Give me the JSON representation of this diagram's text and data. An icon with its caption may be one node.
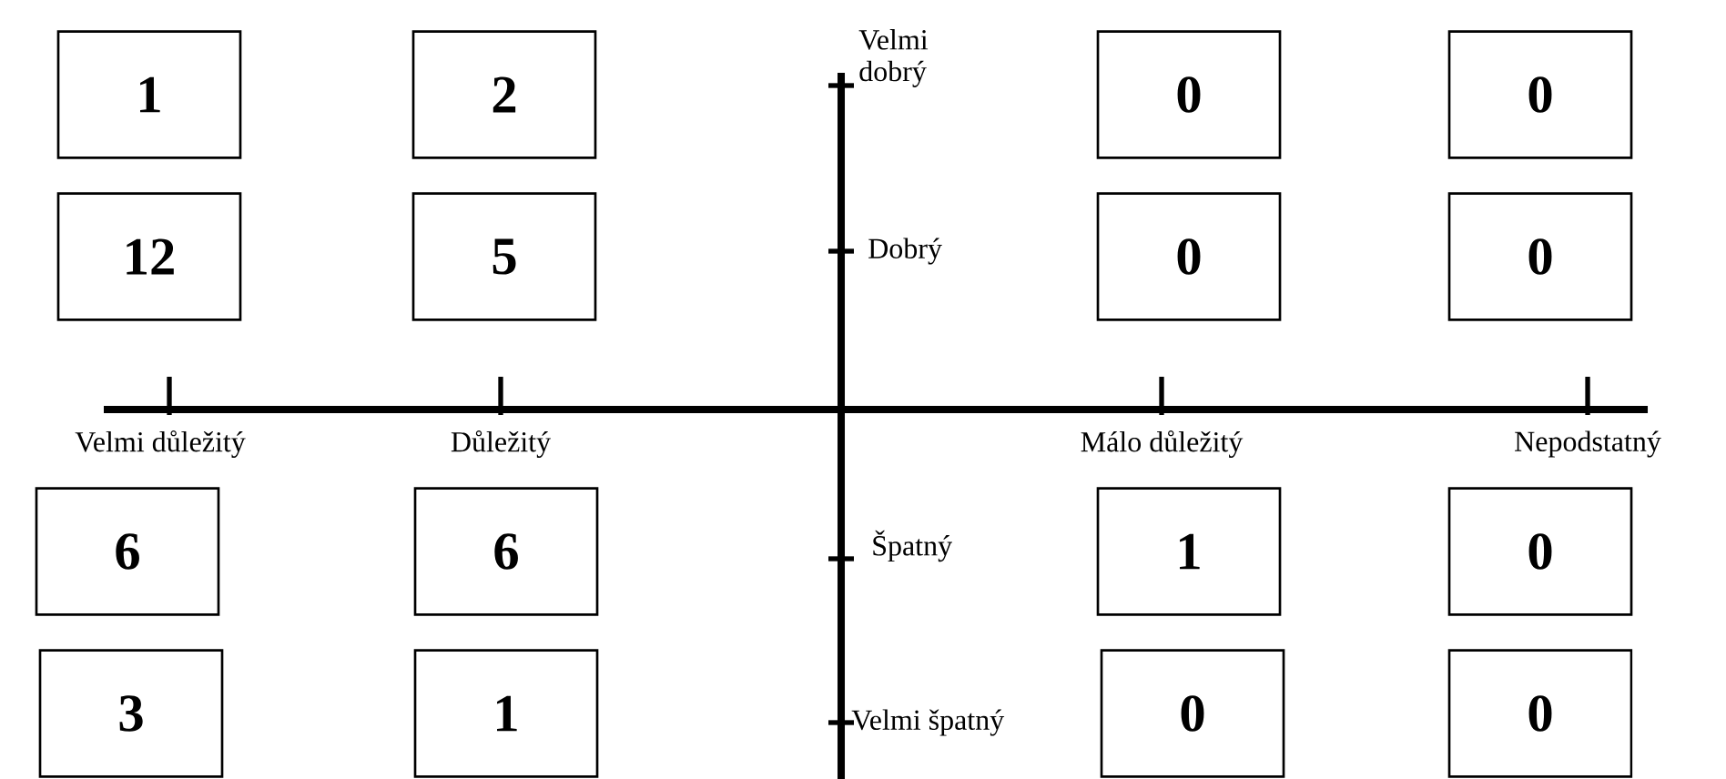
{
  "diagram": {
    "nodes": [
      {
        "text": [
          "1"
        ]
      },
      {
        "text": [
          "2"
        ]
      },
      {
        "text": [
          "0"
        ]
      },
      {
        "text": [
          "0"
        ]
      },
      {
        "text": [
          "12"
        ]
      },
      {
        "text": [
          "5"
        ]
      },
      {
        "text": [
          "0"
        ]
      },
      {
        "text": [
          "0"
        ]
      },
      {
        "text": [
          "6"
        ]
      },
      {
        "text": [
          "6"
        ]
      },
      {
        "text": [
          "1"
        ]
      },
      {
        "text": [
          "0"
        ]
      },
      {
        "text": [
          "3"
        ]
      },
      {
        "text": [
          "1"
        ]
      },
      {
        "text": [
          "0"
        ]
      },
      {
        "text": [
          "0"
        ]
      }
    ],
    "labels": [
      "Velmi dobrý",
      "Dobrý",
      "Velmi důležitý",
      "Důležitý",
      "Málo důležitý",
      "Nepodstatný",
      "Špatný",
      "Velmi špatný"
    ]
  }
}
